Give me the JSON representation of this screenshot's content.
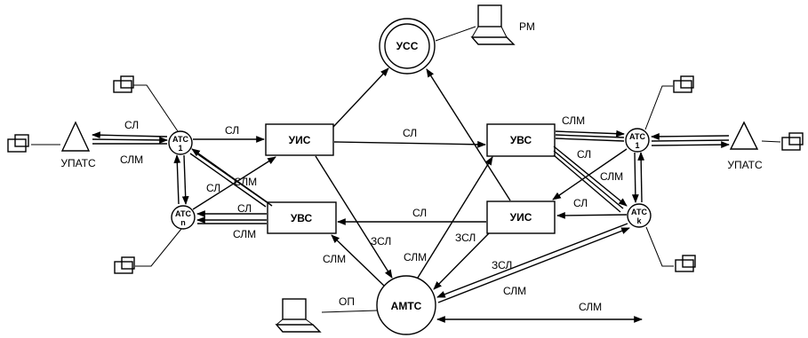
{
  "nodes": {
    "uss": "УСС",
    "rm": "РМ",
    "amts": "АМТС",
    "op": "ОП",
    "uis_top": "УИС",
    "uvs_left": "УВС",
    "uvs_right": "УВС",
    "uis_right": "УИС",
    "upats_left": "УПАТС",
    "upats_right": "УПАТС",
    "ats_left_1": {
      "name": "АТС",
      "num": "1"
    },
    "ats_left_n": {
      "name": "АТС",
      "num": "n"
    },
    "ats_right_1": {
      "name": "АТС",
      "num": "1"
    },
    "ats_right_k": {
      "name": "АТС",
      "num": "k"
    }
  },
  "labels": {
    "sl": "СЛ",
    "slm": "СЛМ",
    "zsl": "ЗСЛ"
  }
}
